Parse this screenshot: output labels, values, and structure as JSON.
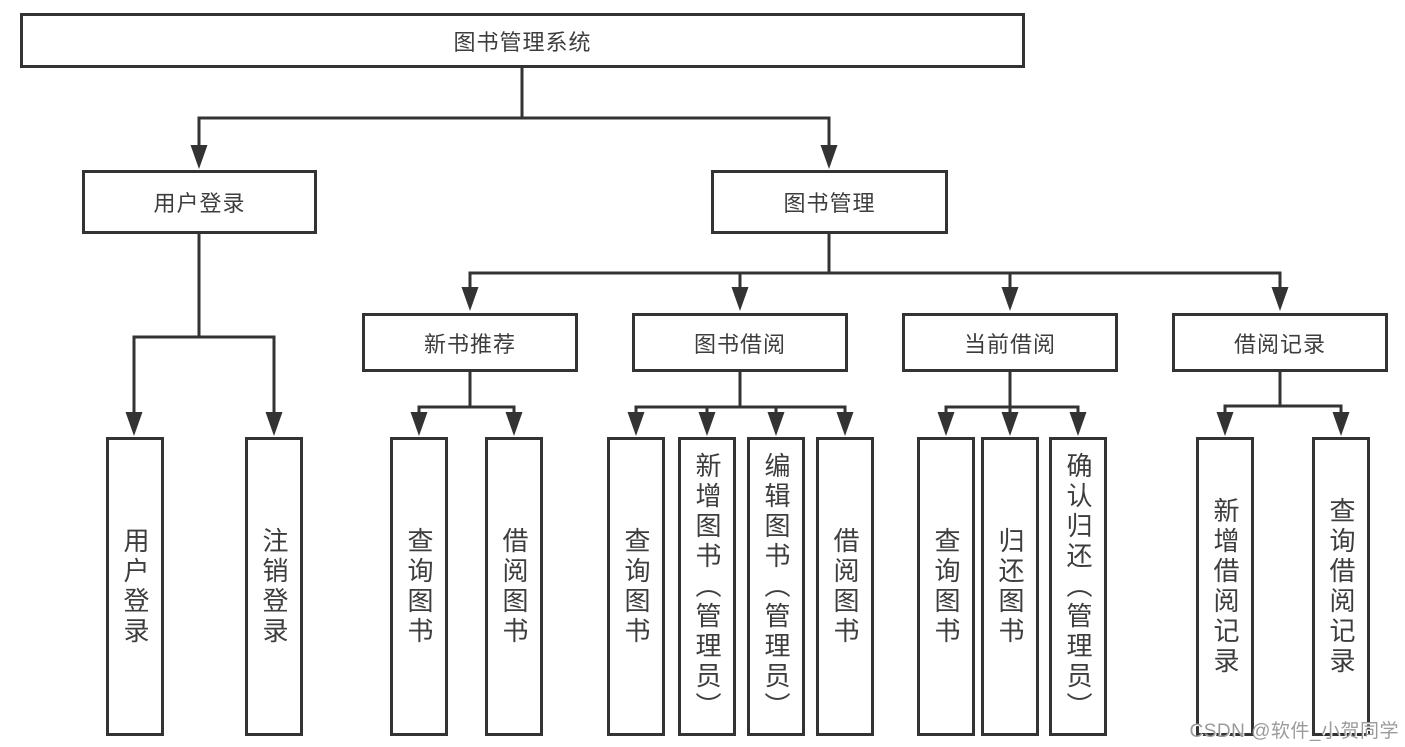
{
  "diagram": {
    "root": {
      "label": "图书管理系统"
    },
    "level2": [
      {
        "label": "用户登录"
      },
      {
        "label": "图书管理"
      }
    ],
    "level3": [
      {
        "label": "新书推荐"
      },
      {
        "label": "图书借阅"
      },
      {
        "label": "当前借阅"
      },
      {
        "label": "借阅记录"
      }
    ],
    "leaves": {
      "user_login": [
        "用户登录",
        "注销登录"
      ],
      "new_book_recommend": [
        "查询图书",
        "借阅图书"
      ],
      "book_borrow": [
        "查询图书",
        "新增图书（管理员）",
        "编辑图书（管理员）",
        "借阅图书"
      ],
      "current_borrow": [
        "查询图书",
        "归还图书",
        "确认归还（管理员）"
      ],
      "borrow_records": [
        "新增借阅记录",
        "查询借阅记录"
      ]
    }
  },
  "watermark": "CSDN @软件_小贺同学",
  "colors": {
    "line": "#333333",
    "box_border": "#333333",
    "text": "#3d3d3d",
    "watermark_text": "#9b9b9b",
    "background": "#ffffff"
  }
}
